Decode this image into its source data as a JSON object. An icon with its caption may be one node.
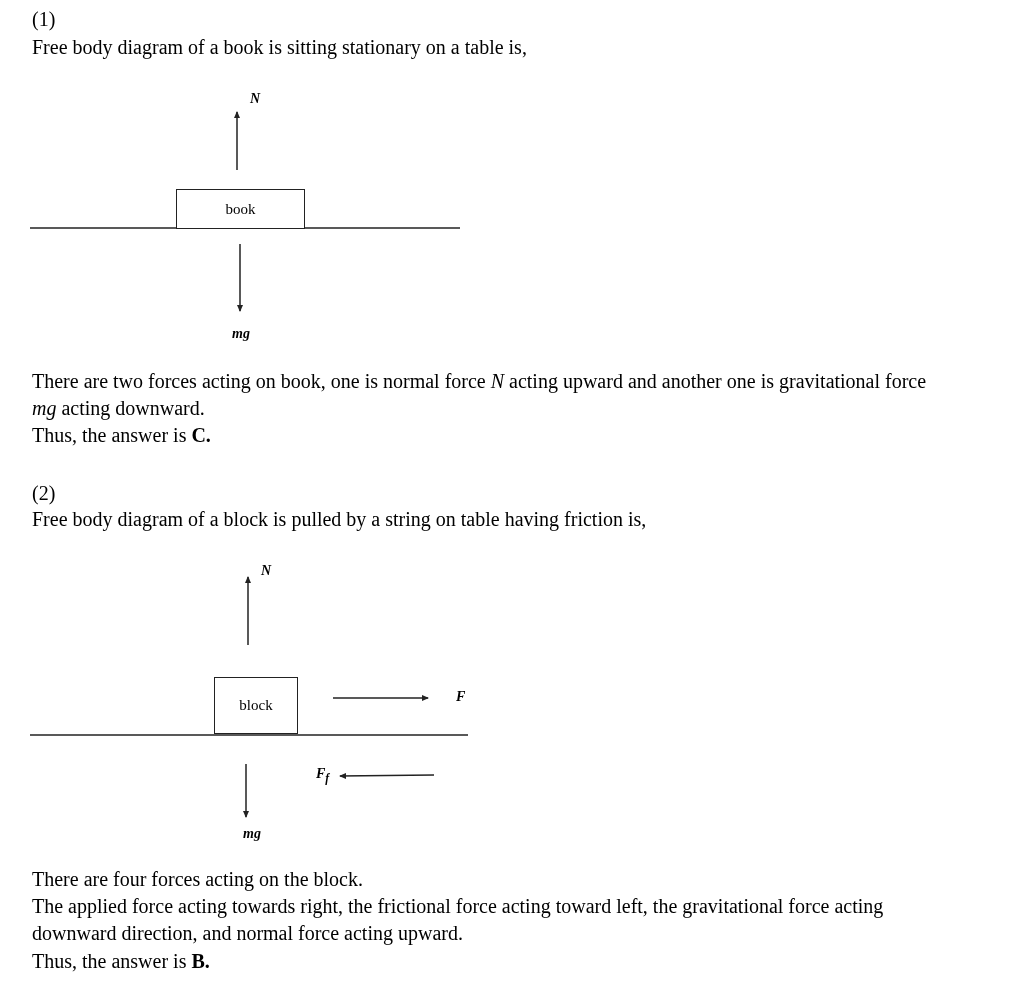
{
  "diagram": {
    "nodes": [
      {
        "text": [
          "book"
        ]
      },
      {
        "text": [
          "block"
        ]
      }
    ],
    "labels": [
      "(1)",
      "Free body diagram of a book is sitting stationary on a table is,",
      "N",
      "mg",
      "There are two forces acting on book, one is normal force *N* acting upward and another one is gravitational force *mg* acting downward.",
      "Thus, the answer is **C.**",
      "(2)",
      "Free body diagram of a block is pulled by a string on table having friction is,",
      "N",
      "F",
      "F$_{f}$",
      "mg",
      "There are four forces acting on the block.",
      "The applied force acting towards right, the frictional force acting toward left, the gravitational force acting downward direction, and normal force acting upward.",
      "Thus, the answer is **B.**"
    ]
  }
}
